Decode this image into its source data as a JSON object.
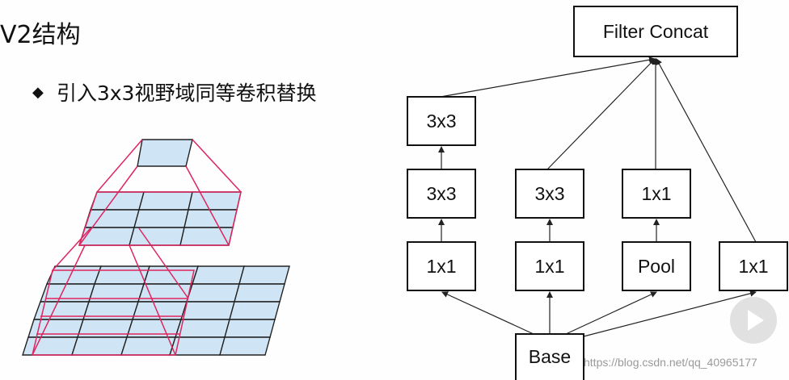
{
  "slide": {
    "title": "V2结构",
    "bullet": "引入3x3视野域同等卷积替换"
  },
  "diagram": {
    "concat": "Filter Concat",
    "base": "Base",
    "branch1": [
      "1x1",
      "3x3",
      "3x3"
    ],
    "branch2": [
      "1x1",
      "3x3"
    ],
    "branch3": [
      "Pool",
      "1x1"
    ],
    "branch4": [
      "1x1"
    ]
  },
  "watermark": "https://blog.csdn.net/qq_40965177",
  "icons": {
    "bullet": "diamond-bullet-icon",
    "video": "play-icon"
  }
}
